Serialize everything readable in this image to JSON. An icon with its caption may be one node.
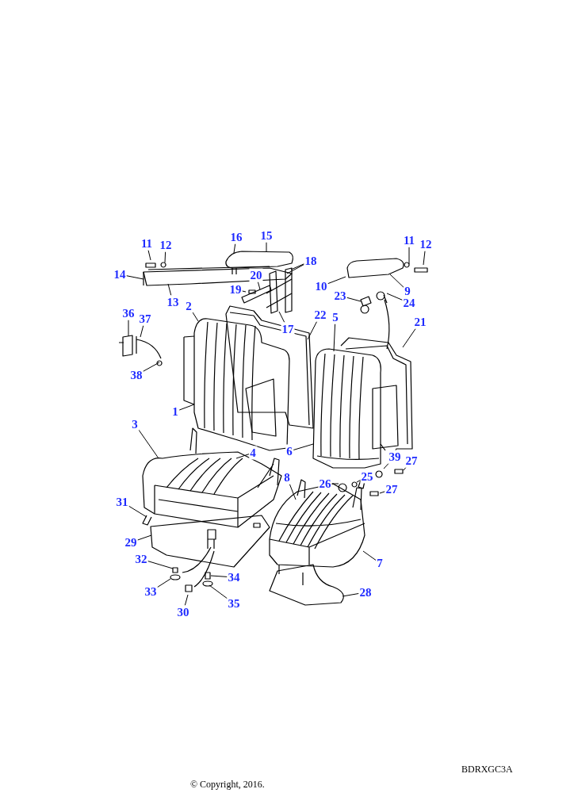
{
  "diagram": {
    "nodes": [
      {
        "text": [
          "11"
        ]
      },
      {
        "text": [
          "12"
        ]
      },
      {
        "text": [
          "14"
        ]
      },
      {
        "text": [
          "13"
        ]
      },
      {
        "text": [
          "16"
        ]
      },
      {
        "text": [
          "15"
        ]
      },
      {
        "text": [
          "18"
        ]
      },
      {
        "text": [
          "20"
        ]
      },
      {
        "text": [
          "19"
        ]
      },
      {
        "text": [
          "17"
        ]
      },
      {
        "text": [
          "2"
        ]
      },
      {
        "text": [
          "22"
        ]
      },
      {
        "text": [
          "5"
        ]
      },
      {
        "text": [
          "21"
        ]
      },
      {
        "text": [
          "11"
        ]
      },
      {
        "text": [
          "12"
        ]
      },
      {
        "text": [
          "10"
        ]
      },
      {
        "text": [
          "9"
        ]
      },
      {
        "text": [
          "23"
        ]
      },
      {
        "text": [
          "24"
        ]
      },
      {
        "text": [
          "36"
        ]
      },
      {
        "text": [
          "37"
        ]
      },
      {
        "text": [
          "38"
        ]
      },
      {
        "text": [
          "1"
        ]
      },
      {
        "text": [
          "3"
        ]
      },
      {
        "text": [
          "4"
        ]
      },
      {
        "text": [
          "6"
        ]
      },
      {
        "text": [
          "8"
        ]
      },
      {
        "text": [
          "39"
        ]
      },
      {
        "text": [
          "27"
        ]
      },
      {
        "text": [
          "26"
        ]
      },
      {
        "text": [
          "25"
        ]
      },
      {
        "text": [
          "27"
        ]
      },
      {
        "text": [
          "31"
        ]
      },
      {
        "text": [
          "29"
        ]
      },
      {
        "text": [
          "7"
        ]
      },
      {
        "text": [
          "32"
        ]
      },
      {
        "text": [
          "33"
        ]
      },
      {
        "text": [
          "34"
        ]
      },
      {
        "text": [
          "30"
        ]
      },
      {
        "text": [
          "35"
        ]
      },
      {
        "text": [
          "28"
        ]
      }
    ],
    "edges": [
      {
        "from": 0,
        "to": null,
        "arrow": "none"
      },
      {
        "from": 1,
        "to": null,
        "arrow": "none"
      },
      {
        "from": 2,
        "to": null,
        "arrow": "none"
      },
      {
        "from": 3,
        "to": null,
        "arrow": "none"
      },
      {
        "from": 4,
        "to": null,
        "arrow": "none"
      },
      {
        "from": 5,
        "to": null,
        "arrow": "none"
      },
      {
        "from": 6,
        "to": null,
        "arrow": "none"
      },
      {
        "from": 6,
        "to": null,
        "arrow": "none"
      },
      {
        "from": 7,
        "to": null,
        "arrow": "none"
      },
      {
        "from": 8,
        "to": null,
        "arrow": "none"
      },
      {
        "from": 9,
        "to": null,
        "arrow": "none"
      },
      {
        "from": 10,
        "to": null,
        "arrow": "none"
      },
      {
        "from": 11,
        "to": null,
        "arrow": "none"
      },
      {
        "from": 12,
        "to": null,
        "arrow": "none"
      },
      {
        "from": 13,
        "to": null,
        "arrow": "none"
      },
      {
        "from": 14,
        "to": null,
        "arrow": "none"
      },
      {
        "from": 15,
        "to": null,
        "arrow": "none"
      },
      {
        "from": 16,
        "to": null,
        "arrow": "none"
      },
      {
        "from": 17,
        "to": null,
        "arrow": "none"
      },
      {
        "from": 18,
        "to": null,
        "arrow": "none"
      },
      {
        "from": 19,
        "to": null,
        "arrow": "none"
      },
      {
        "from": 20,
        "to": null,
        "arrow": "none"
      },
      {
        "from": 21,
        "to": null,
        "arrow": "none"
      },
      {
        "from": 22,
        "to": null,
        "arrow": "none"
      },
      {
        "from": 23,
        "to": null,
        "arrow": "none"
      },
      {
        "from": 24,
        "to": null,
        "arrow": "none"
      },
      {
        "from": 25,
        "to": null,
        "arrow": "none"
      },
      {
        "from": 26,
        "to": null,
        "arrow": "none"
      },
      {
        "from": 27,
        "to": null,
        "arrow": "none"
      },
      {
        "from": 28,
        "to": null,
        "arrow": "none"
      },
      {
        "from": 29,
        "to": null,
        "arrow": "none"
      },
      {
        "from": 30,
        "to": null,
        "arrow": "none"
      },
      {
        "from": 31,
        "to": null,
        "arrow": "none"
      },
      {
        "from": 32,
        "to": null,
        "arrow": "none"
      },
      {
        "from": 33,
        "to": null,
        "arrow": "none"
      },
      {
        "from": 34,
        "to": null,
        "arrow": "none"
      },
      {
        "from": 35,
        "to": null,
        "arrow": "none"
      },
      {
        "from": 36,
        "to": null,
        "arrow": "none"
      },
      {
        "from": 37,
        "to": null,
        "arrow": "none"
      },
      {
        "from": 38,
        "to": null,
        "arrow": "none"
      },
      {
        "from": 39,
        "to": null,
        "arrow": "none"
      },
      {
        "from": 40,
        "to": null,
        "arrow": "none"
      },
      {
        "from": 41,
        "to": null,
        "arrow": "none"
      }
    ],
    "labels": [
      "BDRXGC3A",
      "© Copyright, 2016."
    ]
  }
}
